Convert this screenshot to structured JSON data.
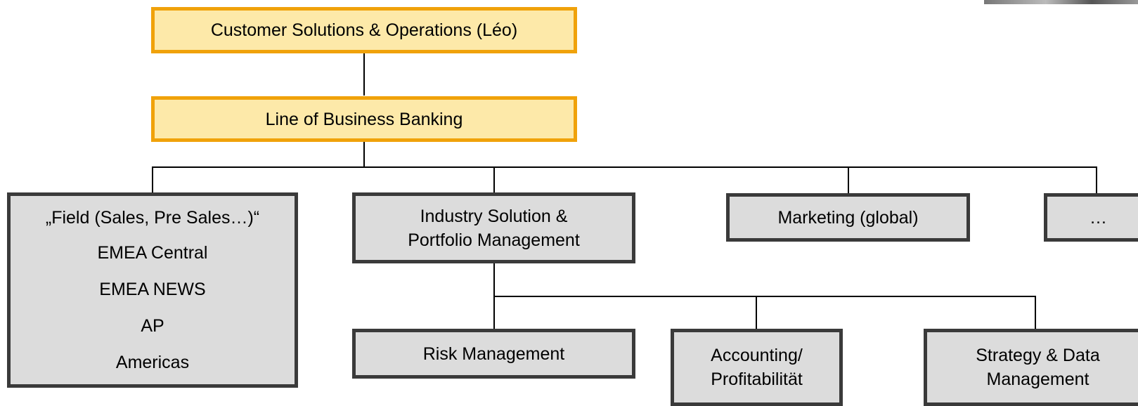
{
  "top": "Customer Solutions & Operations (Léo)",
  "lob": "Line of Business Banking",
  "field": {
    "title": "„Field (Sales, Pre Sales…)“",
    "items": [
      "EMEA Central",
      "EMEA NEWS",
      "AP",
      "Americas"
    ]
  },
  "industry": [
    "Industry Solution &",
    "Portfolio Management"
  ],
  "marketing": "Marketing (global)",
  "ellipsis": "…",
  "risk": "Risk Management",
  "accounting": [
    "Accounting/",
    "Profitabilität"
  ],
  "strategy": [
    "Strategy & Data",
    "Management"
  ]
}
